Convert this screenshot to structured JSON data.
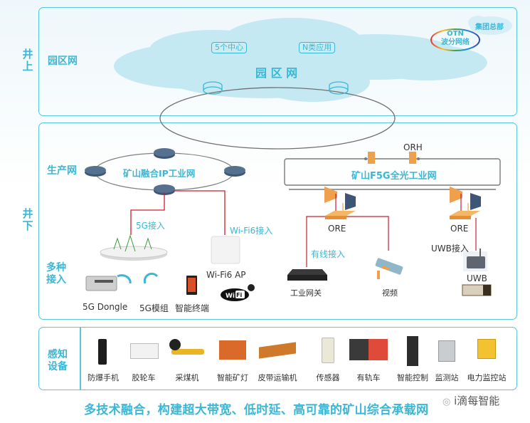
{
  "sides": {
    "above": "井上",
    "below": "井下"
  },
  "campus": {
    "label": "园区网",
    "cloud_title": "园 区 网",
    "tags": [
      "5个中心",
      "N类应用"
    ],
    "hq": "集团总部",
    "otn_line1": "OTN",
    "otn_line2": "波分网络"
  },
  "production": {
    "label": "生产网",
    "ip_ring": "矿山融合IP工业网",
    "f5g": "矿山F5G全光工业网",
    "orh": "ORH",
    "ore_left": "ORE",
    "ore_right": "ORE"
  },
  "access": {
    "label_line1": "多种",
    "label_line2": "接入",
    "link_5g": "5G接入",
    "link_wifi6": "Wi-Fi6接入",
    "link_wired": "有线接入",
    "link_uwb": "UWB接入",
    "devices": {
      "dongle": "5G Dongle",
      "module": "5G模组",
      "terminal": "智能终端",
      "wifi_ap": "Wi-Fi6 AP",
      "wifi_logo": "WiFi",
      "wifi_gen": "6",
      "gateway": "工业网关",
      "video": "视频",
      "uwb": "UWB"
    }
  },
  "sensing": {
    "label_line1": "感知",
    "label_line2": "设备",
    "items": [
      "防爆手机",
      "胶轮车",
      "采煤机",
      "智能矿灯",
      "皮带运输机",
      "传感器",
      "有轨车",
      "智能控制",
      "监测站",
      "电力监控站"
    ]
  },
  "footer": {
    "title": "多技术融合，构建超大带宽、低时延、高可靠的矿山综合承载网",
    "watermark": "i滴每智能"
  },
  "colors": {
    "accent": "#3bb7d6",
    "link_red": "#c8202a",
    "cloud": "#c4e9f2",
    "router_navy": "#3e5676",
    "optical_orange": "#f0a04b"
  }
}
